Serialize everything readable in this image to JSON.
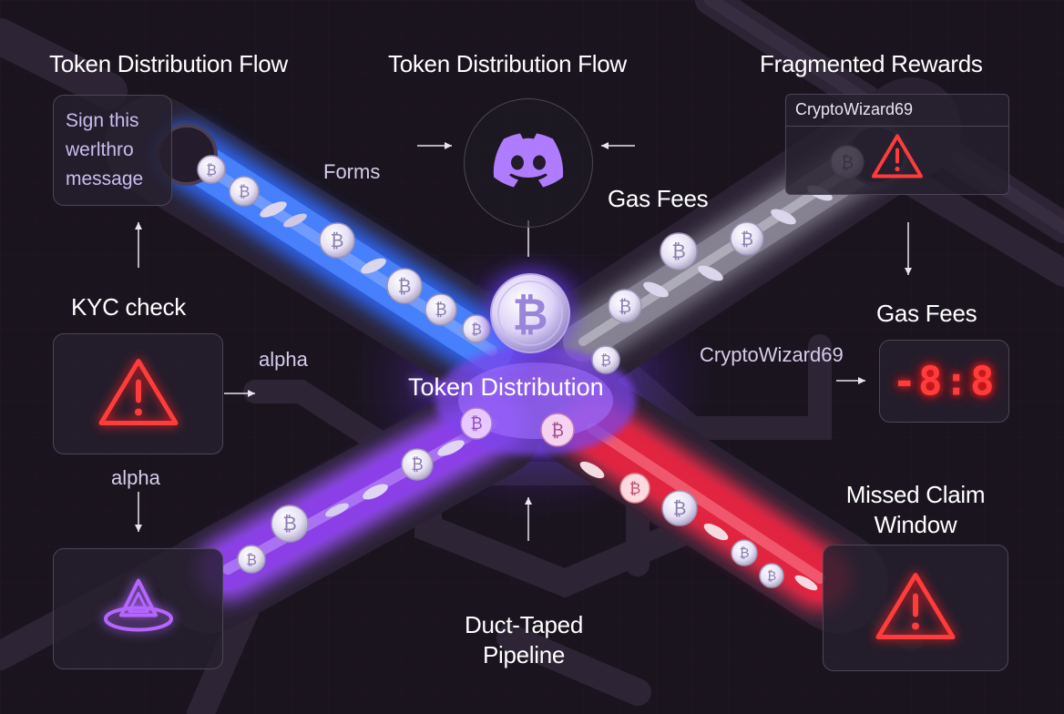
{
  "labels": {
    "top_left_title": "Token Distribution Flow",
    "top_center_title": "Token Distribution Flow",
    "top_right_title": "Fragmented Rewards",
    "forms": "Forms",
    "gas_fees_upper": "Gas Fees",
    "gas_fees_right": "Gas Fees",
    "kyc_check": "KYC check",
    "alpha_mid": "alpha",
    "alpha_left": "alpha",
    "center_title": "Token Distribution",
    "crypto_mid": "CryptoWizard69",
    "missed_claim": "Missed Claim\nWindow",
    "duct_taped": "Duct-Taped\nPipeline"
  },
  "cards": {
    "sign_message": "Sign this\nwerlthro\nmessage",
    "crypto_tag": "CryptoWizard69",
    "timer_display": "-8:8"
  },
  "icons": {
    "discord": "discord-icon",
    "warning": "warning-triangle-icon",
    "bitcoin": "bitcoin-coin-icon",
    "logo": "triangle-ring-logo-icon"
  },
  "colors": {
    "background": "#1a141f",
    "pipe_blue": "#2e6bff",
    "pipe_purple": "#9b4dff",
    "pipe_red": "#ff2a4a",
    "pipe_gray": "#c8c8d4",
    "warning_red": "#ff3b3b",
    "logo_purple": "#b466ff"
  }
}
